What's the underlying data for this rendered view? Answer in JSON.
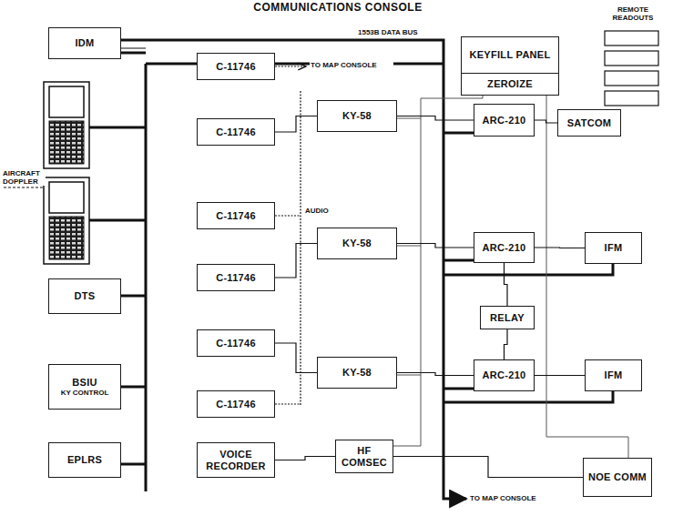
{
  "diagram": {
    "title": "COMMUNICATIONS CONSOLE",
    "nodes": [
      {
        "text": [
          "IDM"
        ]
      },
      {
        "text": [
          "DTS"
        ]
      },
      {
        "text": [
          "BSIU",
          "KY CONTROL"
        ]
      },
      {
        "text": [
          "EPLRS"
        ]
      },
      {
        "text": [
          "C-11746"
        ]
      },
      {
        "text": [
          "C-11746"
        ]
      },
      {
        "text": [
          "C-11746"
        ]
      },
      {
        "text": [
          "C-11746"
        ]
      },
      {
        "text": [
          "C-11746"
        ]
      },
      {
        "text": [
          "C-11746"
        ]
      },
      {
        "text": [
          "VOICE RECORDER"
        ]
      },
      {
        "text": [
          "KY-58"
        ]
      },
      {
        "text": [
          "KY-58"
        ]
      },
      {
        "text": [
          "KY-58"
        ]
      },
      {
        "text": [
          "HF COMSEC"
        ]
      },
      {
        "text": [
          "KEYFILL PANEL",
          "ZEROIZE"
        ]
      },
      {
        "text": [
          "ARC-210"
        ]
      },
      {
        "text": [
          "SATCOM"
        ]
      },
      {
        "text": [
          "ARC-210"
        ]
      },
      {
        "text": [
          "IFM"
        ]
      },
      {
        "text": [
          "RELAY"
        ]
      },
      {
        "text": [
          "ARC-210"
        ]
      },
      {
        "text": [
          "IFM"
        ]
      },
      {
        "text": [
          "NOE COMM"
        ]
      }
    ],
    "edges": [
      {
        "from": 5,
        "to": 11,
        "arrow": "none"
      },
      {
        "from": 7,
        "to": 12,
        "arrow": "none"
      },
      {
        "from": 8,
        "to": 13,
        "arrow": "none"
      },
      {
        "from": 11,
        "to": 16,
        "arrow": "none"
      },
      {
        "from": 12,
        "to": 18,
        "arrow": "none"
      },
      {
        "from": 13,
        "to": 21,
        "arrow": "none"
      },
      {
        "from": 16,
        "to": 17,
        "arrow": "none"
      },
      {
        "from": 18,
        "to": 19,
        "arrow": "none"
      },
      {
        "from": 21,
        "to": 22,
        "arrow": "none"
      },
      {
        "from": 18,
        "to": 20,
        "arrow": "none"
      },
      {
        "from": 20,
        "to": 21,
        "arrow": "none"
      },
      {
        "from": 10,
        "to": 14,
        "arrow": "none"
      },
      {
        "from": 14,
        "to": 23,
        "arrow": "none"
      }
    ],
    "labels": [
      "REMOTE READOUTS",
      "1553B DATA BUS",
      "TO MAP CONSOLE",
      "AUDIO",
      "AIRCRAFT DOPPLER",
      "TO MAP CONSOLE"
    ]
  }
}
